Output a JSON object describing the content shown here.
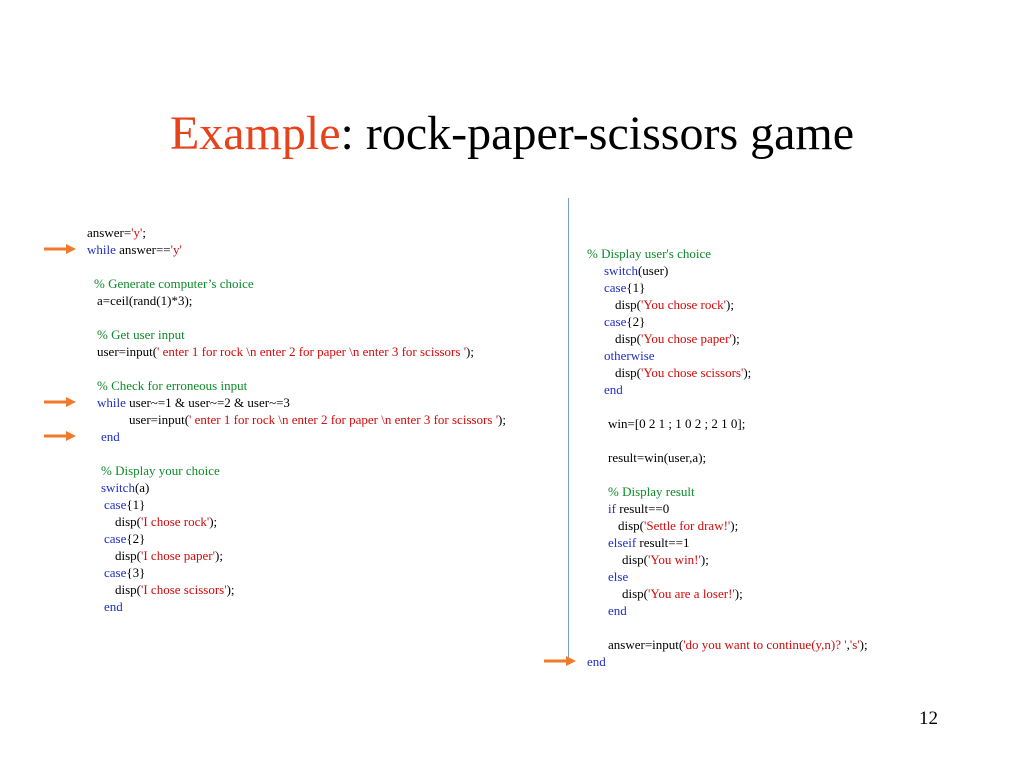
{
  "slide": {
    "title_keyword": "Example",
    "title_rest": ": rock-paper-scissors game",
    "page_number": "12",
    "accent_color": "#e8421b",
    "arrow_color": "#f07a2a",
    "keyword_color": "#1f2ec4",
    "string_color": "#d20a0a",
    "comment_color": "#0e8a2a"
  },
  "code_left": [
    {
      "line": 1,
      "indent": 0,
      "tokens": [
        [
          "t",
          "answer="
        ],
        [
          "s",
          "'y'"
        ],
        [
          "t",
          ";"
        ]
      ]
    },
    {
      "line": 2,
      "indent": 0,
      "tokens": [
        [
          "k",
          "while"
        ],
        [
          "t",
          " answer=="
        ],
        [
          "s",
          "'y'"
        ]
      ]
    },
    {
      "line": 4,
      "indent": 7,
      "tokens": [
        [
          "c",
          "% Generate computer’s choice"
        ]
      ]
    },
    {
      "line": 5,
      "indent": 10,
      "tokens": [
        [
          "t",
          "a=ceil(rand(1)*3);"
        ]
      ]
    },
    {
      "line": 7,
      "indent": 10,
      "tokens": [
        [
          "c",
          "% Get user input"
        ]
      ]
    },
    {
      "line": 8,
      "indent": 10,
      "tokens": [
        [
          "t",
          "user=input("
        ],
        [
          "s",
          "' enter 1 for rock \\n enter 2 for paper \\n enter 3 for scissors '"
        ],
        [
          "t",
          ");"
        ]
      ]
    },
    {
      "line": 10,
      "indent": 10,
      "tokens": [
        [
          "c",
          "% Check for erroneous input"
        ]
      ]
    },
    {
      "line": 11,
      "indent": 10,
      "tokens": [
        [
          "k",
          "while"
        ],
        [
          "t",
          " user~=1 & user~=2 & user~=3"
        ]
      ]
    },
    {
      "line": 12,
      "indent": 42,
      "tokens": [
        [
          "t",
          "user=input("
        ],
        [
          "s",
          "' enter 1 for rock \\n enter 2 for paper \\n enter 3 for scissors '"
        ],
        [
          "t",
          ");"
        ]
      ]
    },
    {
      "line": 13,
      "indent": 14,
      "tokens": [
        [
          "k",
          "end"
        ]
      ]
    },
    {
      "line": 15,
      "indent": 14,
      "tokens": [
        [
          "c",
          "% Display your choice"
        ]
      ]
    },
    {
      "line": 16,
      "indent": 14,
      "tokens": [
        [
          "k",
          "switch"
        ],
        [
          "t",
          "(a)"
        ]
      ]
    },
    {
      "line": 17,
      "indent": 17,
      "tokens": [
        [
          "k",
          "case"
        ],
        [
          "t",
          "{1}"
        ]
      ]
    },
    {
      "line": 18,
      "indent": 28,
      "tokens": [
        [
          "t",
          "disp("
        ],
        [
          "s",
          "'I chose rock'"
        ],
        [
          "t",
          ");"
        ]
      ]
    },
    {
      "line": 19,
      "indent": 17,
      "tokens": [
        [
          "k",
          "case"
        ],
        [
          "t",
          "{2}"
        ]
      ]
    },
    {
      "line": 20,
      "indent": 28,
      "tokens": [
        [
          "t",
          "disp("
        ],
        [
          "s",
          "'I chose paper'"
        ],
        [
          "t",
          ");"
        ]
      ]
    },
    {
      "line": 21,
      "indent": 17,
      "tokens": [
        [
          "k",
          "case"
        ],
        [
          "t",
          "{3}"
        ]
      ]
    },
    {
      "line": 22,
      "indent": 28,
      "tokens": [
        [
          "t",
          "disp("
        ],
        [
          "s",
          "'I chose scissors'"
        ],
        [
          "t",
          ");"
        ]
      ]
    },
    {
      "line": 23,
      "indent": 17,
      "tokens": [
        [
          "k",
          "end"
        ]
      ]
    }
  ],
  "code_right": [
    {
      "line": 1,
      "indent": 0,
      "tokens": [
        [
          "c",
          "% Display user's choice"
        ]
      ]
    },
    {
      "line": 2,
      "indent": 17,
      "tokens": [
        [
          "k",
          "switch"
        ],
        [
          "t",
          "(user)"
        ]
      ]
    },
    {
      "line": 3,
      "indent": 17,
      "tokens": [
        [
          "k",
          "case"
        ],
        [
          "t",
          "{1}"
        ]
      ]
    },
    {
      "line": 4,
      "indent": 28,
      "tokens": [
        [
          "t",
          "disp("
        ],
        [
          "s",
          "'You chose rock'"
        ],
        [
          "t",
          ");"
        ]
      ]
    },
    {
      "line": 5,
      "indent": 17,
      "tokens": [
        [
          "k",
          "case"
        ],
        [
          "t",
          "{2}"
        ]
      ]
    },
    {
      "line": 6,
      "indent": 28,
      "tokens": [
        [
          "t",
          "disp("
        ],
        [
          "s",
          "'You chose paper'"
        ],
        [
          "t",
          ");"
        ]
      ]
    },
    {
      "line": 7,
      "indent": 17,
      "tokens": [
        [
          "k",
          "otherwise"
        ]
      ]
    },
    {
      "line": 8,
      "indent": 28,
      "tokens": [
        [
          "t",
          "disp("
        ],
        [
          "s",
          "'You chose scissors'"
        ],
        [
          "t",
          ");"
        ]
      ]
    },
    {
      "line": 9,
      "indent": 17,
      "tokens": [
        [
          "k",
          "end"
        ]
      ]
    },
    {
      "line": 11,
      "indent": 21,
      "tokens": [
        [
          "t",
          "win=[0 2 1 ; 1 0 2 ; 2 1 0];"
        ]
      ]
    },
    {
      "line": 13,
      "indent": 21,
      "tokens": [
        [
          "t",
          "result=win(user,a);"
        ]
      ]
    },
    {
      "line": 15,
      "indent": 21,
      "tokens": [
        [
          "c",
          "% Display result"
        ]
      ]
    },
    {
      "line": 16,
      "indent": 21,
      "tokens": [
        [
          "k",
          "if"
        ],
        [
          "t",
          " result==0"
        ]
      ]
    },
    {
      "line": 17,
      "indent": 31,
      "tokens": [
        [
          "t",
          "disp("
        ],
        [
          "s",
          "'Settle for draw!'"
        ],
        [
          "t",
          ");"
        ]
      ]
    },
    {
      "line": 18,
      "indent": 21,
      "tokens": [
        [
          "k",
          "elseif"
        ],
        [
          "t",
          " result==1"
        ]
      ]
    },
    {
      "line": 19,
      "indent": 35,
      "tokens": [
        [
          "t",
          "disp("
        ],
        [
          "s",
          "'You win!'"
        ],
        [
          "t",
          ");"
        ]
      ]
    },
    {
      "line": 20,
      "indent": 21,
      "tokens": [
        [
          "k",
          "else"
        ]
      ]
    },
    {
      "line": 21,
      "indent": 35,
      "tokens": [
        [
          "t",
          "disp("
        ],
        [
          "s",
          "'You are a loser!'"
        ],
        [
          "t",
          ");"
        ]
      ]
    },
    {
      "line": 22,
      "indent": 21,
      "tokens": [
        [
          "k",
          "end"
        ]
      ]
    },
    {
      "line": 24,
      "indent": 21,
      "tokens": [
        [
          "t",
          "answer=input("
        ],
        [
          "s",
          "'do you want to continue(y,n)? '"
        ],
        [
          "t",
          ","
        ],
        [
          "s",
          "'s'"
        ],
        [
          "t",
          ");"
        ]
      ]
    },
    {
      "line": 25,
      "indent": 0,
      "tokens": [
        [
          "k",
          "end"
        ]
      ]
    }
  ],
  "arrows": [
    {
      "panel": "left",
      "line": 2
    },
    {
      "panel": "left",
      "line": 11
    },
    {
      "panel": "left",
      "line": 13
    },
    {
      "panel": "right",
      "line": 25
    }
  ]
}
